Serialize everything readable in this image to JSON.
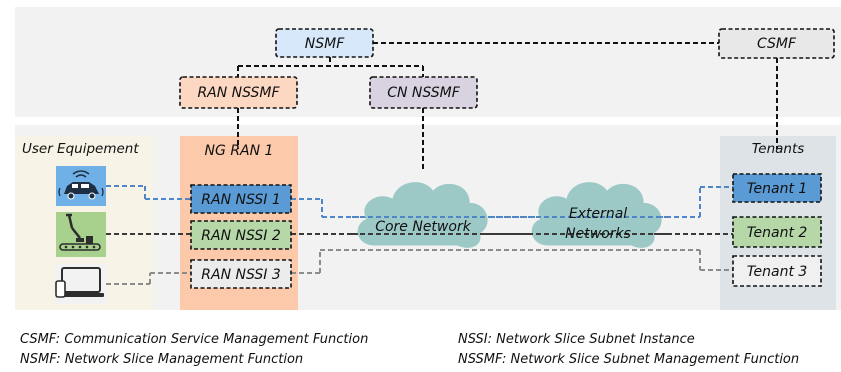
{
  "management": {
    "nsmf": "NSMF",
    "csmf": "CSMF",
    "ran_nssmf": "RAN NSSMF",
    "cn_nssmf": "CN NSSMF"
  },
  "user_equipment": {
    "title": "User Equipement",
    "devices": [
      "connected-car-icon",
      "industrial-robot-icon",
      "laptop-phone-icon"
    ]
  },
  "ng_ran": {
    "title": "NG RAN 1",
    "slices": [
      "RAN NSSI 1",
      "RAN NSSI 2",
      "RAN NSSI 3"
    ]
  },
  "clouds": {
    "core": "Core Network",
    "external_line1": "External",
    "external_line2": "Networks"
  },
  "tenants": {
    "title": "Tenants",
    "items": [
      "Tenant 1",
      "Tenant 2",
      "Tenant 3"
    ]
  },
  "legend": {
    "csmf": "CSMF: Communication Service Management Function",
    "nsmf": "NSMF: Network Slice Management Function",
    "nssi": "NSSI: Network Slice Subnet Instance",
    "nssmf": "NSSMF: Network Slice Subnet Management Function"
  },
  "colors": {
    "slice1": "#4f86c6",
    "slice2": "#3a3a3a",
    "slice3": "#8c8c8c",
    "nsmf_fill": "#d7e8fb",
    "csmf_fill": "#e8e8e8",
    "ran_nssmf_fill": "#fcd8c3",
    "cn_nssmf_fill": "#d9d2e0",
    "ng_ran_fill": "#fcc9aa",
    "cloud_fill": "#9cc9c6",
    "tenant1_fill": "#5b9bd5",
    "tenant2_fill": "#b6d7a8",
    "tenant3_fill": "#f0f0f0"
  }
}
